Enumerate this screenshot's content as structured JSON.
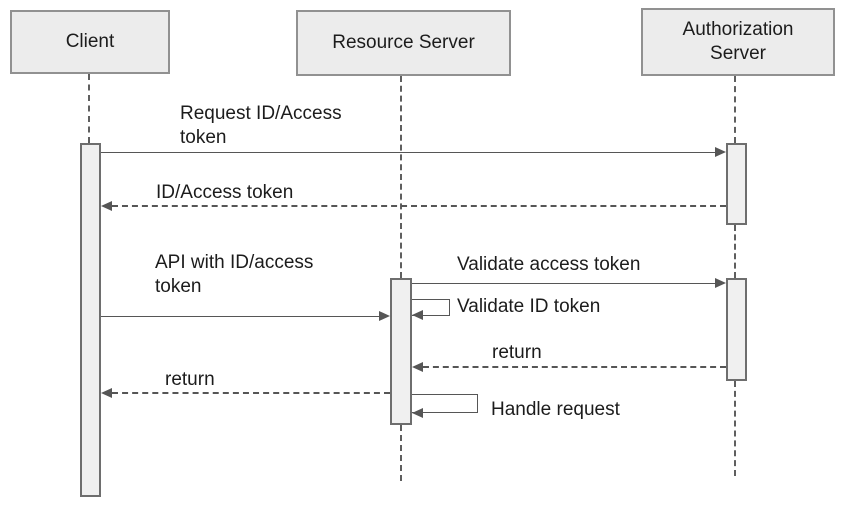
{
  "diagram_type": "uml-sequence-diagram",
  "participants": [
    {
      "label": "Client"
    },
    {
      "label": "Resource Server"
    },
    {
      "label": "Authorization Server"
    }
  ],
  "messages": [
    {
      "label": "Request ID/Access token",
      "from": "Client",
      "to": "Authorization Server",
      "style": "solid-arrow"
    },
    {
      "label": "ID/Access token",
      "from": "Authorization Server",
      "to": "Client",
      "style": "dashed-arrow"
    },
    {
      "label": "API with ID/access token",
      "from": "Client",
      "to": "Resource Server",
      "style": "solid-arrow"
    },
    {
      "label": "Validate access token",
      "from": "Resource Server",
      "to": "Authorization Server",
      "style": "solid-arrow"
    },
    {
      "label": "Validate ID token",
      "from": "Resource Server",
      "to": "Resource Server",
      "style": "self-message"
    },
    {
      "label": "return",
      "from": "Authorization Server",
      "to": "Resource Server",
      "style": "dashed-arrow"
    },
    {
      "label": "return",
      "from": "Resource Server",
      "to": "Client",
      "style": "dashed-arrow"
    },
    {
      "label": "Handle request",
      "from": "Resource Server",
      "to": "Resource Server",
      "style": "self-message"
    }
  ],
  "colors": {
    "background": "#ffffff",
    "participant_fill": "#ececec",
    "participant_border": "#919191",
    "activation_fill": "#f0f0f0",
    "activation_border": "#6e6e6e",
    "line": "#565656",
    "text": "#1c1c1c"
  }
}
